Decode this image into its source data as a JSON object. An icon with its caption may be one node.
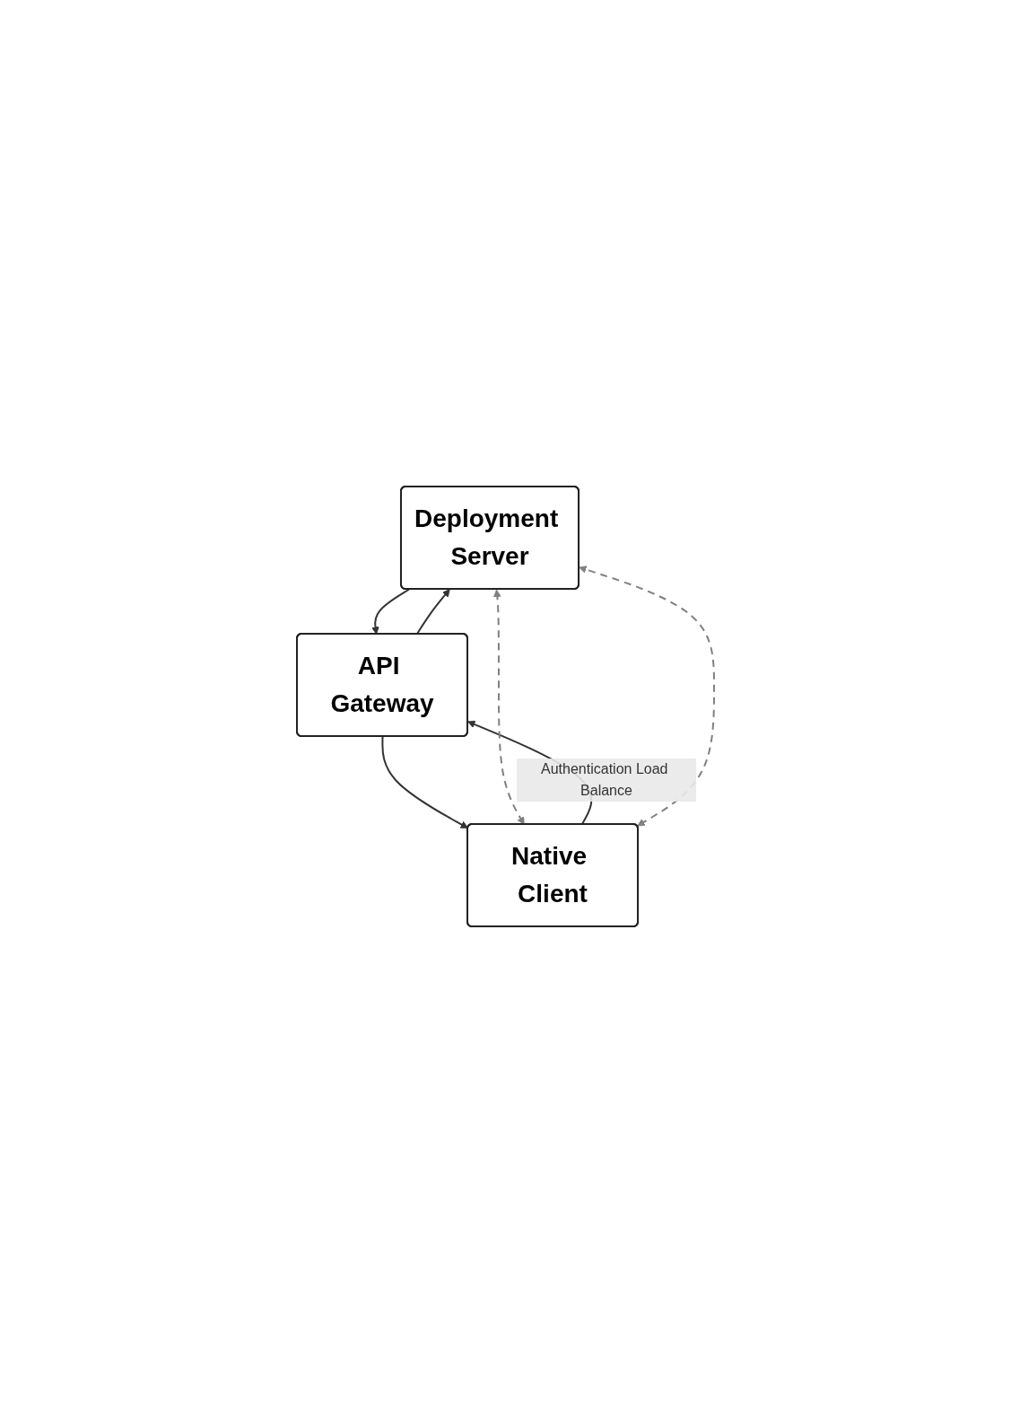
{
  "diagram": {
    "nodes": [
      {
        "text": [
          "Deployment Server"
        ]
      },
      {
        "text": [
          "API Gateway"
        ]
      },
      {
        "text": [
          "Native Client"
        ]
      }
    ],
    "edges": [
      {
        "from": 0,
        "to": 1,
        "arrow": "to"
      },
      {
        "from": 1,
        "to": 0,
        "arrow": "to"
      },
      {
        "from": 1,
        "to": 2,
        "arrow": "to"
      },
      {
        "from": 2,
        "to": 1,
        "arrow": "to",
        "label": "Authentication Load Balance"
      },
      {
        "from": 0,
        "to": 2,
        "arrow": "both",
        "style": "dashed",
        "color": "#808080"
      },
      {
        "from": 2,
        "to": 0,
        "arrow": "both",
        "style": "dashed",
        "color": "#808080"
      }
    ]
  }
}
